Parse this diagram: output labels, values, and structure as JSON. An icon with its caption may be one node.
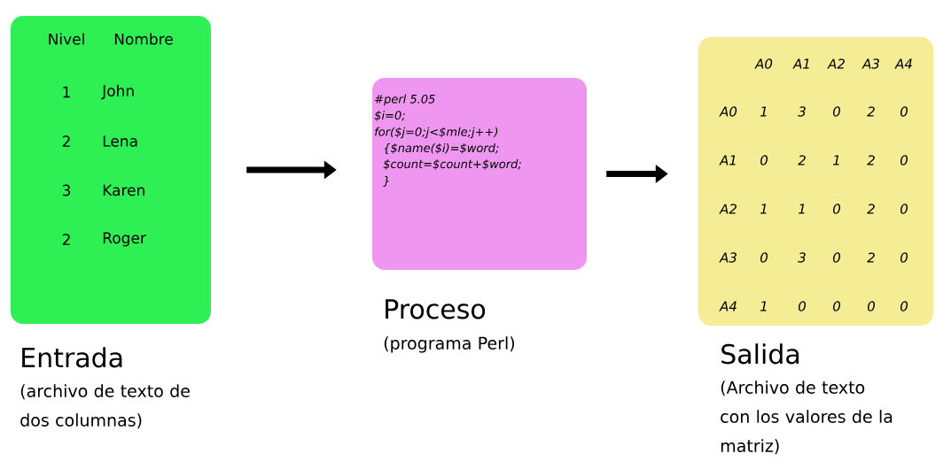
{
  "diagram": {
    "nodes": [
      {
        "text": [
          "Nivel",
          "Nombre",
          "1",
          "John",
          "2",
          "Lena",
          "3",
          "Karen",
          "2",
          "Roger"
        ],
        "beside": [
          "Entrada",
          "(archivo de texto de dos columnas)"
        ]
      },
      {
        "text": [
          "#perl 5.05",
          "$i=0;",
          "for($j=0;j<$mle;j++)",
          "{$name($i)=$word;",
          "$count=$count+$word;",
          "}"
        ],
        "beside": [
          "Proceso",
          "(programa Perl)"
        ]
      },
      {
        "text": [
          "A0",
          "A1",
          "A2",
          "A3",
          "A4",
          "A0",
          "1",
          "3",
          "0",
          "2",
          "0",
          "A1",
          "0",
          "2",
          "1",
          "2",
          "0",
          "A2",
          "1",
          "1",
          "0",
          "2",
          "0",
          "A3",
          "0",
          "3",
          "0",
          "2",
          "0",
          "A4",
          "1",
          "0",
          "0",
          "0",
          "0"
        ],
        "beside": [
          "Salida",
          "(Archivo de texto con los valores de la matriz)"
        ]
      }
    ],
    "edges": [
      {
        "from": 0,
        "to": 1,
        "arrow": "to"
      },
      {
        "from": 1,
        "to": 2,
        "arrow": "to"
      }
    ]
  }
}
